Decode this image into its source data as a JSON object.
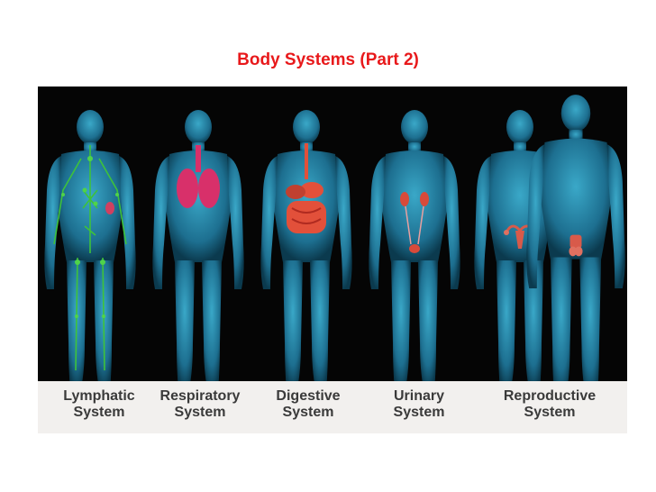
{
  "slide": {
    "title": "Body Systems (Part 2)",
    "title_color": "#e8191b"
  },
  "figure": {
    "background_color": "#050505",
    "body_color": "#2a8fb0",
    "systems": [
      {
        "line1": "Lymphatic",
        "line2": "System",
        "organ_color": "#3ec23a"
      },
      {
        "line1": "Respiratory",
        "line2": "System",
        "organ_color": "#d8306a"
      },
      {
        "line1": "Digestive",
        "line2": "System",
        "organ_color": "#e2503a"
      },
      {
        "line1": "Urinary",
        "line2": "System",
        "organ_color": "#d84a3a"
      },
      {
        "line1": "Reproductive",
        "line2": "System",
        "organ_color": "#d85a4a"
      }
    ]
  }
}
